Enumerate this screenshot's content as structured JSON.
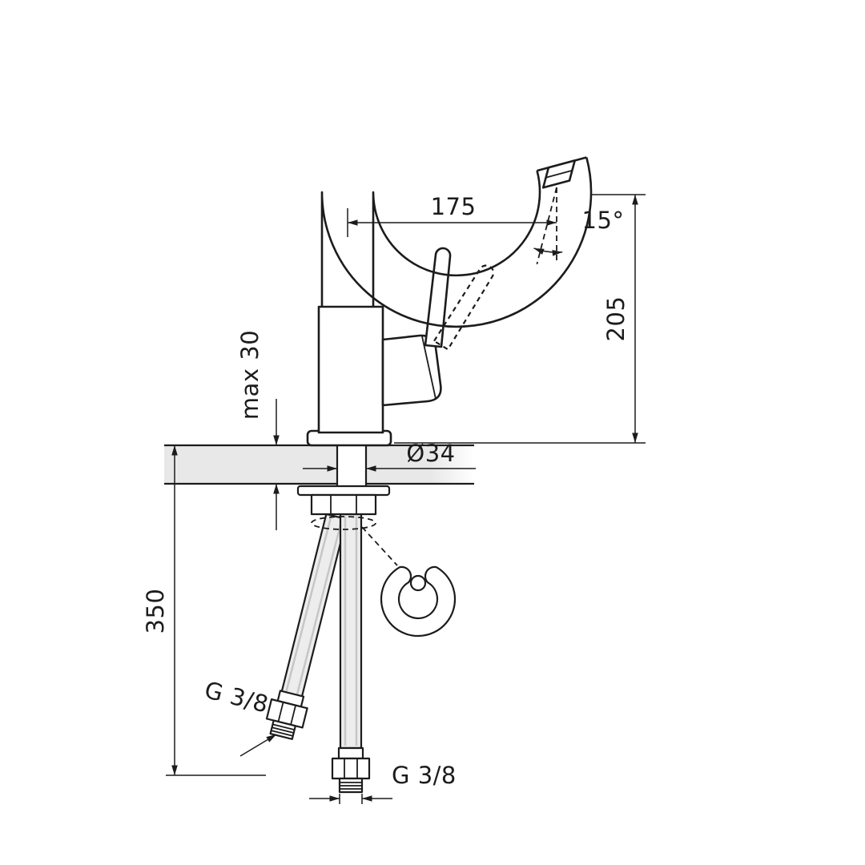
{
  "drawing": {
    "subject": "single-lever-mixer-tap-dimension-drawing",
    "labels": {
      "spout_reach": "175",
      "spout_angle": "15°",
      "spout_height": "205",
      "deck_thickness": "max 30",
      "hole_diameter": "Ø34",
      "hose_length": "350",
      "thread_left": "G 3/8",
      "thread_bottom": "G 3/8"
    },
    "colors": {
      "line": "#1c1c1c",
      "counter": "#e8e8e8",
      "hose": "#ededed",
      "background": "#ffffff"
    }
  }
}
